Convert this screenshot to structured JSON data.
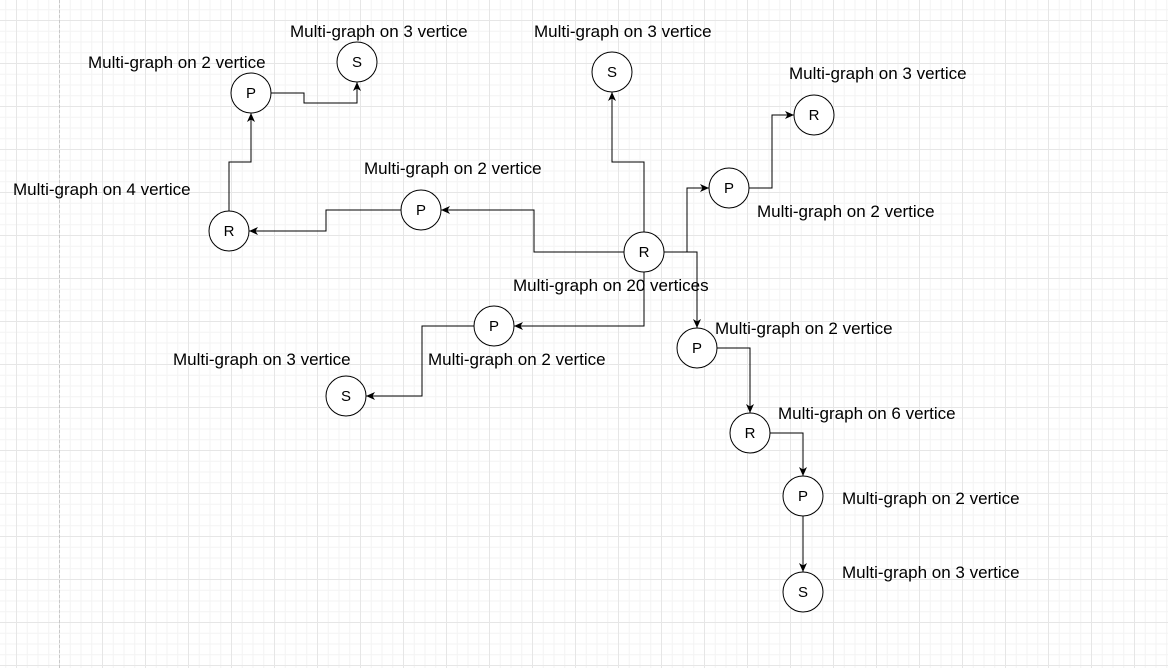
{
  "nodes": [
    {
      "id": "root",
      "letter": "R",
      "label": "Multi-graph on 20 vertices"
    },
    {
      "id": "s-top-mid",
      "letter": "S",
      "label": "Multi-graph on 3 vertice"
    },
    {
      "id": "p-upper-right",
      "letter": "P",
      "label": "Multi-graph on 2 vertice"
    },
    {
      "id": "r-top-right",
      "letter": "R",
      "label": "Multi-graph on 3 vertice"
    },
    {
      "id": "p-mid-left",
      "letter": "P",
      "label": "Multi-graph on 2 vertice"
    },
    {
      "id": "r-left",
      "letter": "R",
      "label": "Multi-graph on 4 vertice"
    },
    {
      "id": "p-top-left",
      "letter": "P",
      "label": "Multi-graph on 2 vertice"
    },
    {
      "id": "s-top-left",
      "letter": "S",
      "label": "Multi-graph on 3 vertice"
    },
    {
      "id": "p-lower-left",
      "letter": "P",
      "label": "Multi-graph on 2 vertice"
    },
    {
      "id": "s-lower-left",
      "letter": "S",
      "label": "Multi-graph on 3 vertice"
    },
    {
      "id": "p-lower-right",
      "letter": "P",
      "label": "Multi-graph on 2 vertice"
    },
    {
      "id": "r-lower-right",
      "letter": "R",
      "label": "Multi-graph on 6 vertice"
    },
    {
      "id": "p-bottom",
      "letter": "P",
      "label": "Multi-graph on 2 vertice"
    },
    {
      "id": "s-bottom",
      "letter": "S",
      "label": "Multi-graph on 3 vertice"
    }
  ],
  "edges": [
    {
      "from": "root",
      "to": "s-top-mid"
    },
    {
      "from": "root",
      "to": "p-upper-right"
    },
    {
      "from": "p-upper-right",
      "to": "r-top-right"
    },
    {
      "from": "root",
      "to": "p-mid-left"
    },
    {
      "from": "p-mid-left",
      "to": "r-left"
    },
    {
      "from": "r-left",
      "to": "p-top-left"
    },
    {
      "from": "p-top-left",
      "to": "s-top-left"
    },
    {
      "from": "root",
      "to": "p-lower-left"
    },
    {
      "from": "p-lower-left",
      "to": "s-lower-left"
    },
    {
      "from": "root",
      "to": "p-lower-right"
    },
    {
      "from": "p-lower-right",
      "to": "r-lower-right"
    },
    {
      "from": "r-lower-right",
      "to": "p-bottom"
    },
    {
      "from": "p-bottom",
      "to": "s-bottom"
    }
  ]
}
